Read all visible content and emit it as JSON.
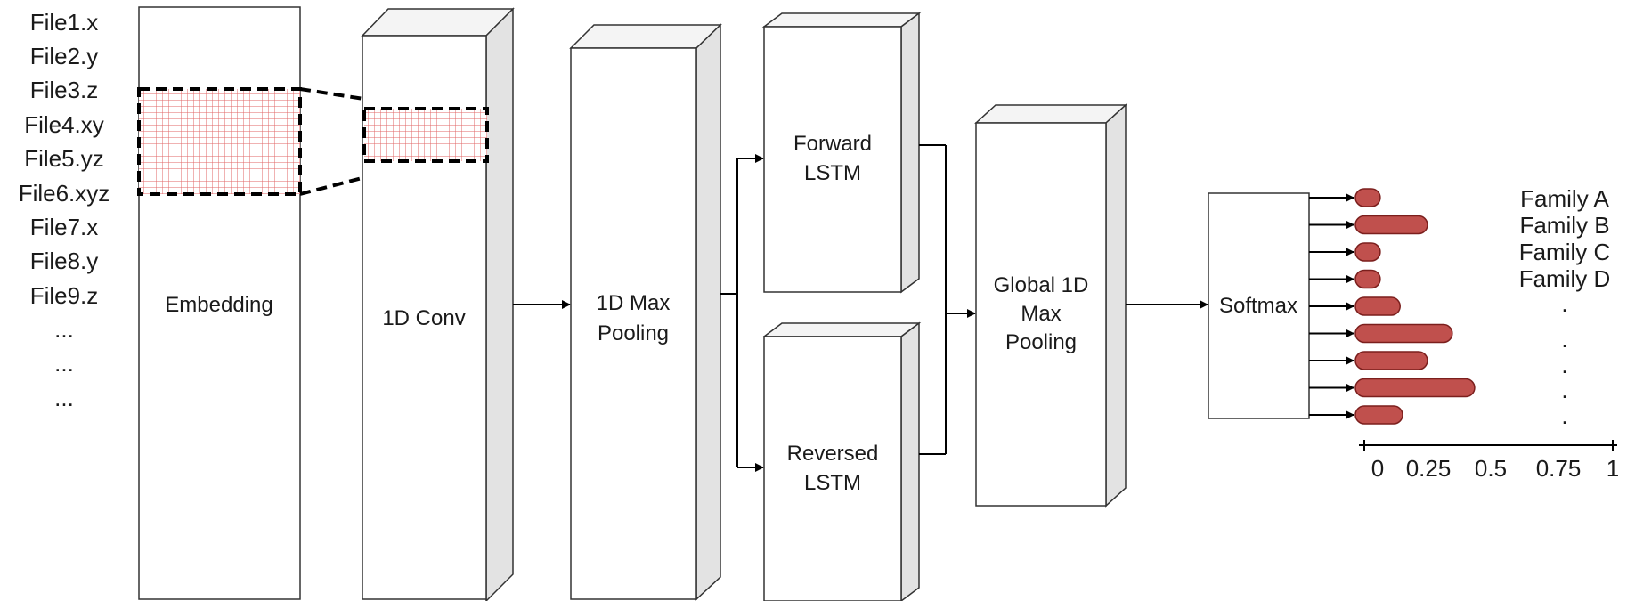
{
  "diagram": {
    "file_list": [
      "File1.x",
      "File2.y",
      "File3.z",
      "File4.xy",
      "File5.yz",
      "File6.xyz",
      "File7.x",
      "File8.y",
      "File9.z",
      "...",
      "...",
      "..."
    ],
    "layers": {
      "embedding": [
        "Embedding"
      ],
      "conv": [
        "1D Conv"
      ],
      "maxpool": [
        "1D Max",
        "Pooling"
      ],
      "forward_lstm": [
        "Forward",
        "LSTM"
      ],
      "reversed_lstm": [
        "Reversed",
        "LSTM"
      ],
      "global_pool": [
        "Global 1D",
        "Max",
        "Pooling"
      ],
      "softmax": [
        "Softmax"
      ]
    },
    "families": [
      "Family A",
      "Family B",
      "Family C",
      "Family D",
      ".",
      ".",
      ".",
      ".",
      "."
    ],
    "axis_ticks": [
      "0",
      "0.25",
      "0.5",
      "0.75",
      "1"
    ],
    "output_bars": [
      0.1,
      0.29,
      0.1,
      0.1,
      0.18,
      0.39,
      0.29,
      0.48,
      0.19
    ],
    "colors": {
      "bar_fill": "#c0504d",
      "bar_stroke": "#7b1f1d",
      "grid": "#e06666",
      "box_side": "#e3e3e3",
      "box_top": "#f4f4f4",
      "stroke": "#333333"
    }
  }
}
